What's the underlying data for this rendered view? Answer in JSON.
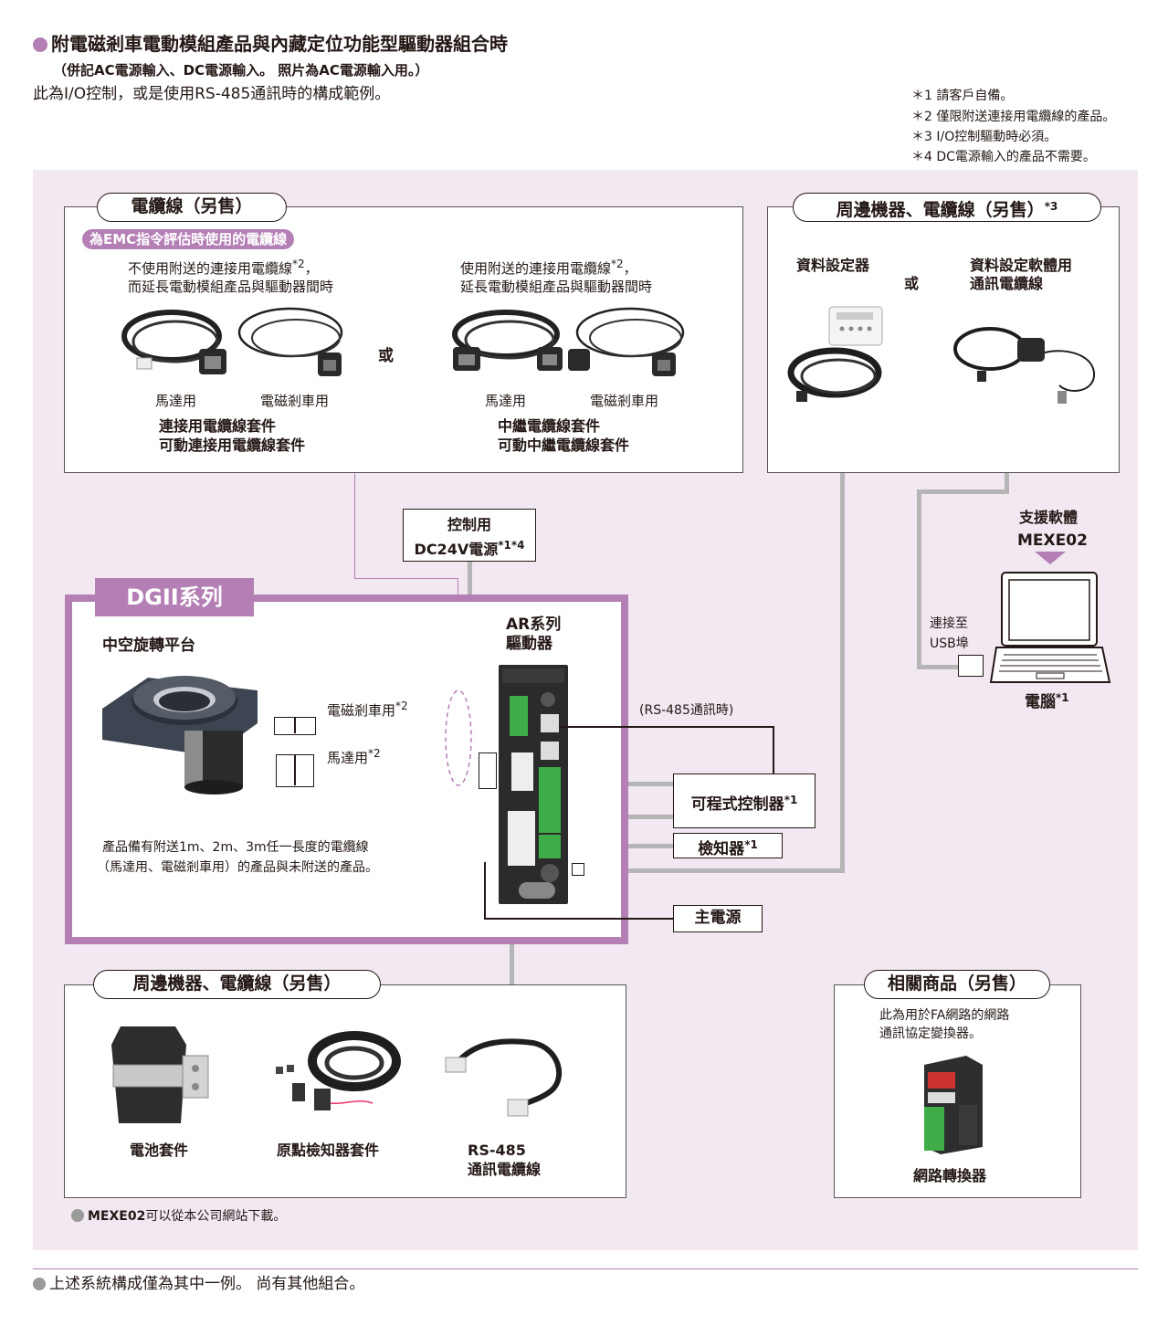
{
  "header": {
    "title": "附電磁剎車電動模組產品與內藏定位功能型驅動器組合時",
    "subtitle": "（併記AC電源輸入、DC電源輸入。 照片為AC電源輸入用。）",
    "description": "此為I/O控制，或是使用RS-485通訊時的構成範例。"
  },
  "notes": [
    "＊1 請客戶自備。",
    "＊2 僅限附送連接用電纜線的產品。",
    "＊3 I/O控制驅動時必須。",
    "＊4 DC電源輸入的產品不需要。"
  ],
  "cables_box": {
    "title": "電纜線（另售）",
    "emc_tag": "為EMC指令評估時使用的電纜線",
    "left_desc_1": "不使用附送的連接用電纜線",
    "left_desc_sup": "*2",
    "left_desc_comma": "，",
    "left_desc_2": "而延長電動模組產品與驅動器間時",
    "right_desc_1": "使用附送的連接用電纜線",
    "right_desc_sup": "*2",
    "right_desc_comma": "，",
    "right_desc_2": "延長電動模組產品與驅動器間時",
    "or_label": "或",
    "motor_label_left": "馬達用",
    "brake_label_left": "電磁剎車用",
    "motor_label_right": "馬達用",
    "brake_label_right": "電磁剎車用",
    "left_kit_1": "連接用電纜線套件",
    "left_kit_2": "可動連接用電纜線套件",
    "right_kit_1": "中繼電纜線套件",
    "right_kit_2": "可動中繼電纜線套件"
  },
  "peripheral_top": {
    "title": "周邊機器、電纜線（另售）",
    "title_sup": "*3",
    "item_left": "資料設定器",
    "or_label": "或",
    "item_right_1": "資料設定軟體用",
    "item_right_2": "通訊電纜線"
  },
  "pc": {
    "software_1": "支援軟體",
    "software_2": "MEXE02",
    "usb_1": "連接至",
    "usb_2": "USB埠",
    "label": "電腦",
    "label_sup": "*1"
  },
  "dc24": {
    "line1": "控制用",
    "line2": "DC24V電源",
    "sup": "*1*4"
  },
  "dg": {
    "tab": "DGII系列",
    "table_label": "中空旋轉平台",
    "brake_cable": "電磁剎車用",
    "brake_sup": "*2",
    "motor_cable": "馬達用",
    "motor_sup": "*2",
    "note_1": "產品備有附送1m、2m、3m任一長度的電纜線",
    "note_2": "（馬達用、電磁剎車用）的產品與未附送的產品。"
  },
  "driver": {
    "label_1": "AR系列",
    "label_2": "驅動器",
    "rs485_label": "(RS-485通訊時)"
  },
  "right_boxes": {
    "plc": "可程式控制器",
    "plc_sup": "*1",
    "sensor": "檢知器",
    "sensor_sup": "*1",
    "main_power": "主電源"
  },
  "peripheral_bottom": {
    "title": "周邊機器、電纜線（另售）",
    "battery": "電池套件",
    "home_sensor": "原點檢知器套件",
    "rs485_1": "RS-485",
    "rs485_2": "通訊電纜線",
    "download_bold": "MEXE02",
    "download_rest": "可以從本公司網站下載。"
  },
  "related": {
    "title": "相關商品（另售）",
    "desc_1": "此為用於FA網路的網路",
    "desc_2": "通訊協定變換器。",
    "item": "網路轉換器"
  },
  "footer": {
    "text": "上述系統構成僅為其中一例。 尚有其他組合。"
  },
  "colors": {
    "accent": "#b47fb5",
    "panel_bg": "#f2e8f2",
    "line_gray": "#b5b5b5"
  }
}
